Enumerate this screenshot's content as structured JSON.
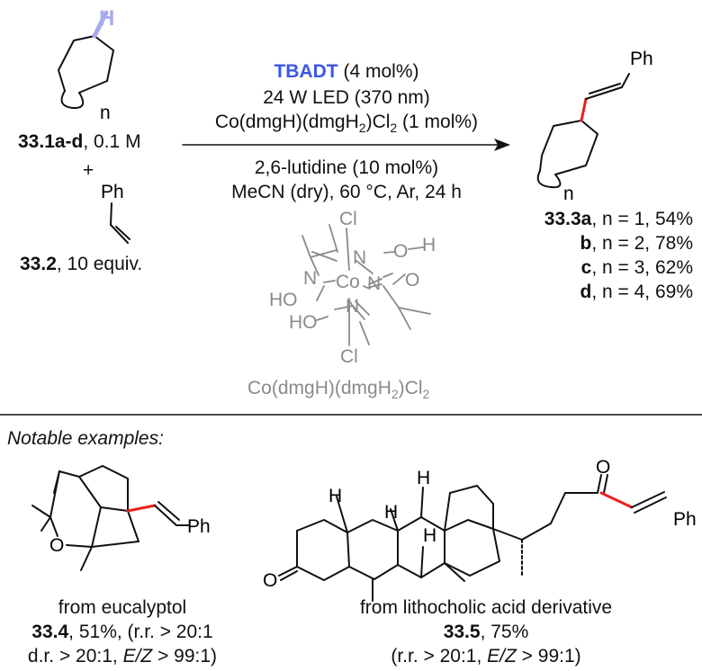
{
  "reactant": {
    "atom_H": "H",
    "ring_n": "n",
    "label_id": "33.1a-d",
    "label_rest": ", 0.1 M",
    "plus": "+",
    "ph": "Ph",
    "label2_id": "33.2",
    "label2_rest": ", 10 equiv."
  },
  "conditions": {
    "catalyst": "TBADT",
    "catalyst_rest": " (4 mol%)",
    "light": "24 W LED (370 nm)",
    "cobalt_pre": "Co(dmgH)(dmgH",
    "cobalt_sub": "2",
    "cobalt_post": ")Cl",
    "cobalt_sub2": "2",
    "cobalt_rest": " (1 mol%)",
    "base": "2,6-lutidine (10 mol%)",
    "solvent": "MeCN (dry), 60 °C, Ar, 24 h"
  },
  "cobalt_complex": {
    "atoms": {
      "cl_top": "Cl",
      "cl_bottom": "Cl",
      "co": "Co",
      "n_upper_left": "N",
      "n_upper_right": "N",
      "n_lower_left": "N",
      "n_lower_right": "N",
      "ho_left": "HO",
      "ho_lower": "HO",
      "o_upper": "O",
      "o_right": "O",
      "h_top": "H"
    },
    "caption_pre": "Co(dmgH)(dmgH",
    "caption_sub": "2",
    "caption_post": ")Cl",
    "caption_sub2": "2"
  },
  "product": {
    "ph": "Ph",
    "ring_n": "n",
    "rows": [
      {
        "id": "33.3a",
        "rest": ", n = 1, 54%"
      },
      {
        "id": "b",
        "rest": ", n = 2, 78%"
      },
      {
        "id": "c",
        "rest": ", n = 3, 62%"
      },
      {
        "id": "d",
        "rest": ", n = 4, 69%"
      }
    ]
  },
  "notable": {
    "heading": "Notable examples:",
    "ex1": {
      "o": "O",
      "ph": "Ph",
      "source": "from eucalyptol",
      "id": "33.4",
      "line2_rest": ", 51%, (r.r. > 20:1",
      "line3_pre": "d.r. > 20:1, ",
      "ez": "E/Z",
      "line3_post": " > 99:1)"
    },
    "ex2": {
      "o_left": "O",
      "o_ketone": "O",
      "ph": "Ph",
      "h_top": "H",
      "h_left": "H",
      "h_mid": "H",
      "h_right": "H",
      "source": "from lithocholic acid derivative",
      "id": "33.5",
      "line2_rest": ", 75%",
      "line3_pre": "(r.r. > 20:1, ",
      "ez": "E/Z",
      "line3_post": " > 99:1)"
    }
  },
  "colors": {
    "new_bond": "#e8231d",
    "highlight_h": "#a7abee",
    "catalyst": "#3b57e6",
    "cobalt_gray": "#8a8a8a"
  }
}
